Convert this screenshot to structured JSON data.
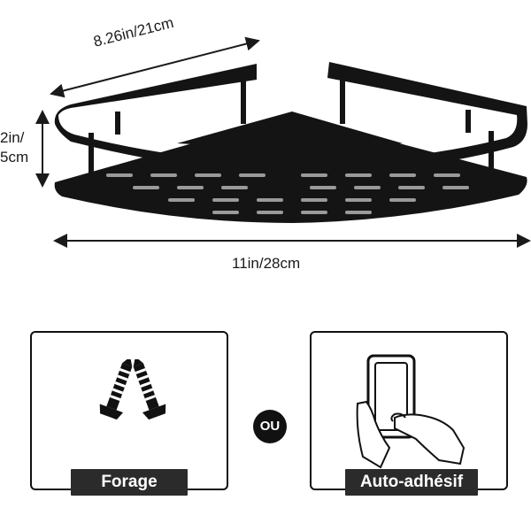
{
  "dimensions": {
    "depth_label": "8.26in/21cm",
    "height_label_line1": "2in/",
    "height_label_line2": "5cm",
    "width_label": "11in/28cm"
  },
  "options": [
    {
      "label": "Forage",
      "icon": "screws-icon"
    },
    {
      "label": "Auto-adhésif",
      "icon": "adhesive-pad-hand-icon"
    }
  ],
  "separator": "OU",
  "colors": {
    "shelf": "#141414",
    "label_plate": "#2b2b2b",
    "accent_line": "#1a1a1a"
  }
}
